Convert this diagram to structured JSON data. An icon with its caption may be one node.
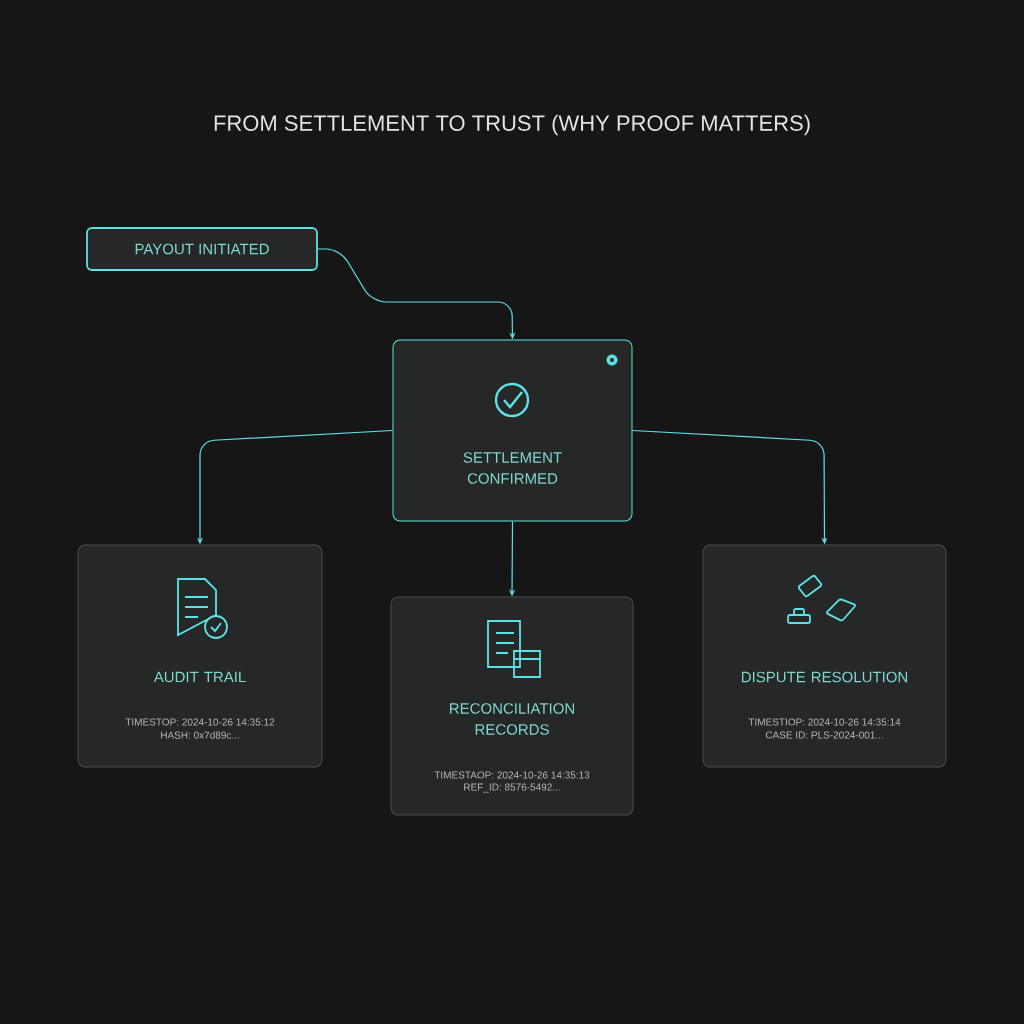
{
  "diagram": {
    "title": "FROM SETTLEMENT TO TRUST (WHY PROOF MATTERS)",
    "nodes": [
      {
        "text": [
          "PAYOUT INITIATED"
        ]
      },
      {
        "text": [
          "SETTLEMENT CONFIRMED"
        ]
      },
      {
        "text": [
          "AUDIT TRAIL",
          "TIMESTOP: 2024-10-26 14:35:12",
          "HASH: 0x7d89c..."
        ]
      },
      {
        "text": [
          "RECONCILIATION RECORDS",
          "TIMESTAOP: 2024-10-26 14:35:13",
          "REF_ID: 8576-5492..."
        ]
      },
      {
        "text": [
          "DISPUTE RESOLUTION",
          "TIMESTIOP: 2024-10-26 14:35:14",
          "CASE ID: PLS-2024-001..."
        ]
      }
    ],
    "edges": [
      {
        "from": 0,
        "to": 1,
        "arrow": "to"
      },
      {
        "from": 1,
        "to": 2,
        "arrow": "to"
      },
      {
        "from": 1,
        "to": 3,
        "arrow": "to"
      },
      {
        "from": 1,
        "to": 4,
        "arrow": "to"
      }
    ]
  }
}
